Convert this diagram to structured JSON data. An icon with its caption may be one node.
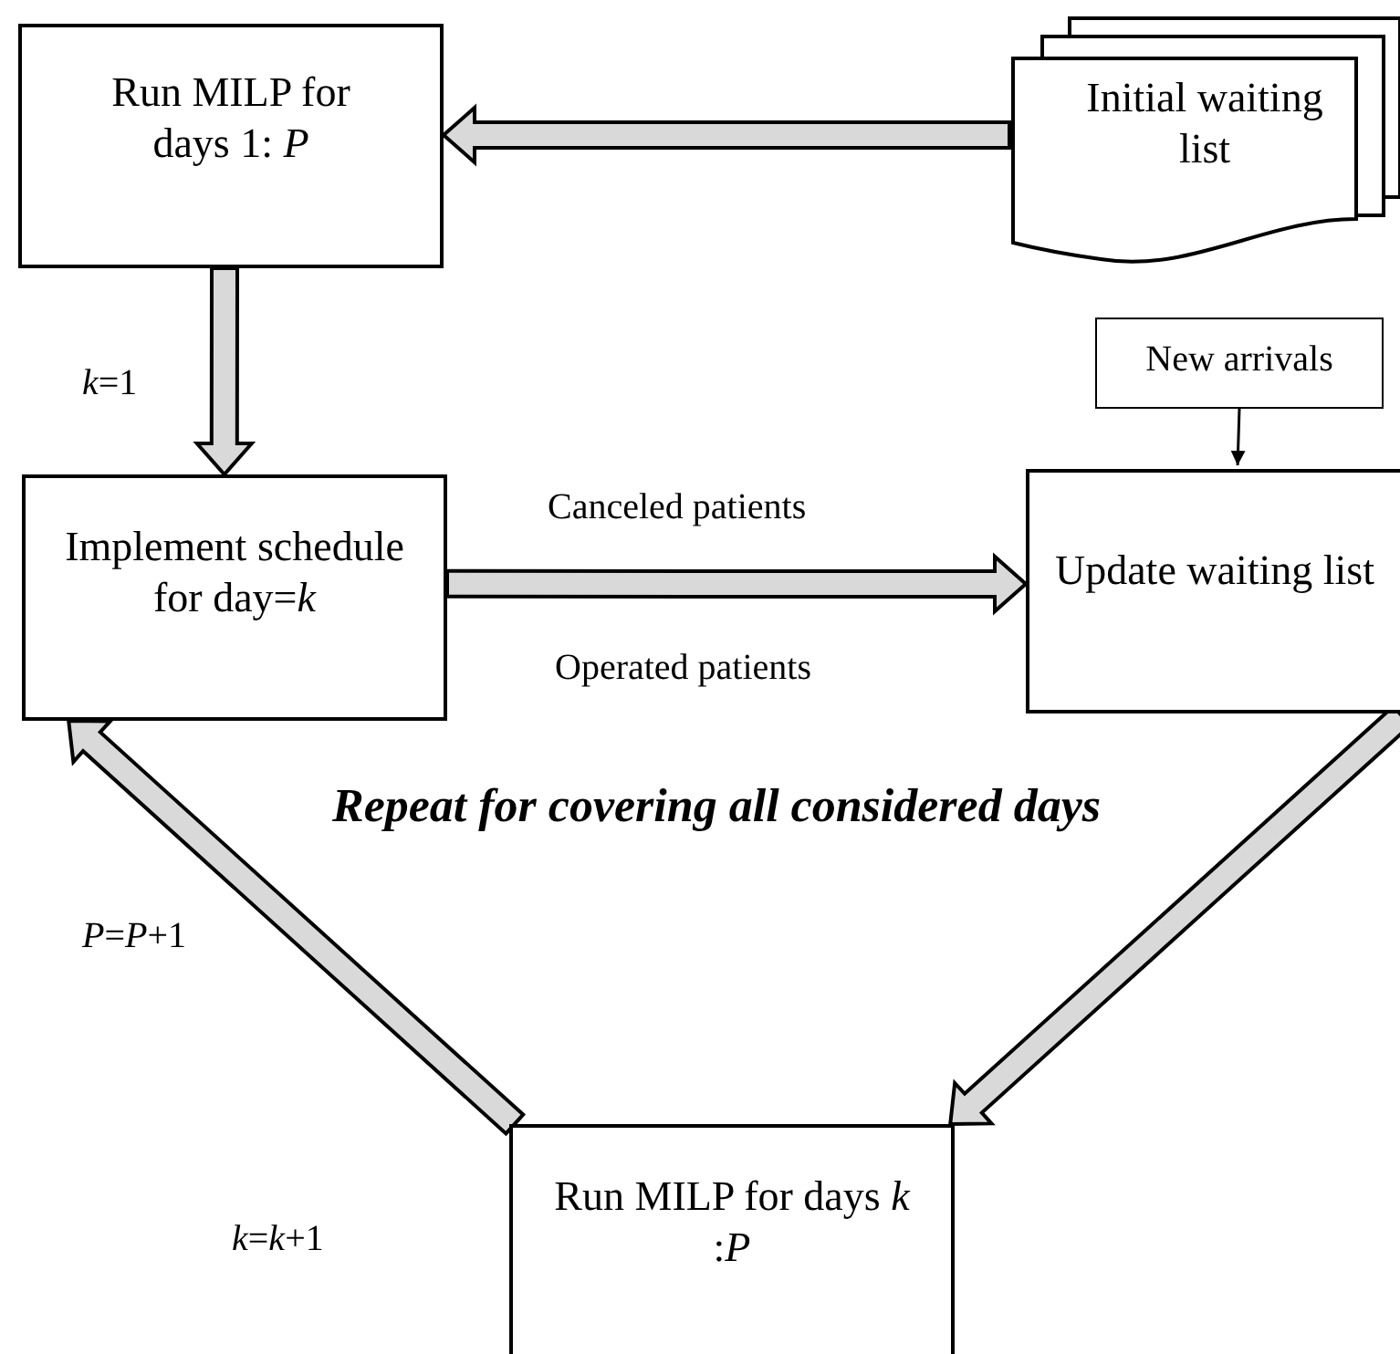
{
  "diagram": {
    "nodes": [
      {
        "text": [
          "Run MILP for days 1: *P*"
        ]
      },
      {
        "text": [
          "Initial waiting list"
        ]
      },
      {
        "text": [
          "New arrivals"
        ]
      },
      {
        "text": [
          "Implement schedule for day=*k*"
        ]
      },
      {
        "text": [
          "Update waiting list"
        ]
      },
      {
        "text": [
          "Run MILP for days *k* :*P*"
        ]
      }
    ],
    "edges": [
      {
        "from": 1,
        "to": 0,
        "arrow": "to",
        "style": "thick"
      },
      {
        "from": 0,
        "to": 3,
        "arrow": "to",
        "style": "thick"
      },
      {
        "from": 3,
        "to": 4,
        "arrow": "to",
        "style": "thick"
      },
      {
        "from": 2,
        "to": 4,
        "arrow": "to"
      },
      {
        "from": 4,
        "to": 5,
        "arrow": "to",
        "style": "thick"
      },
      {
        "from": 5,
        "to": 3,
        "arrow": "to",
        "style": "thick"
      }
    ],
    "labels": [
      "*k*=1",
      "Canceled patients",
      "Operated patients",
      "Repeat for covering all considered days",
      "*P*=*P*+1",
      "*k*=*k*+1"
    ]
  }
}
